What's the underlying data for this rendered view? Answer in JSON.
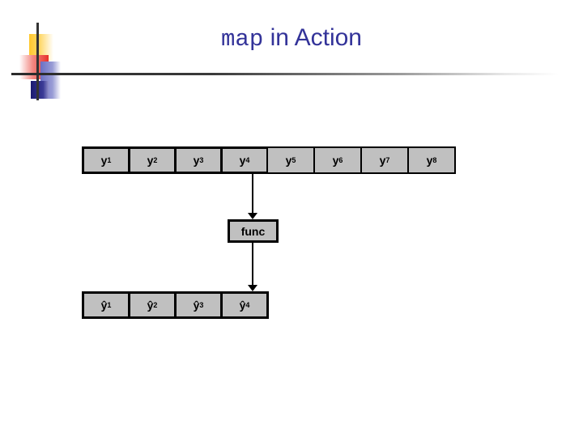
{
  "slide": {
    "title_mono": "map",
    "title_sans": " in Action",
    "background_color": "#FFFFFF",
    "title_color": "#333399",
    "cell_fill_color": "#C0C0C0",
    "border_color": "#000000"
  },
  "logo": {
    "name": "decorative-corner-logo",
    "colors": [
      "#FFC72C",
      "#E8302A",
      "#6B6FC4",
      "#1B1B6F",
      "#333333"
    ]
  },
  "input_array": {
    "name": "input-list",
    "cells": [
      {
        "base": "y",
        "sub": "1"
      },
      {
        "base": "y",
        "sub": "2"
      },
      {
        "base": "y",
        "sub": "3"
      },
      {
        "base": "y",
        "sub": "4"
      },
      {
        "base": "y",
        "sub": "5"
      },
      {
        "base": "y",
        "sub": "6"
      },
      {
        "base": "y",
        "sub": "7"
      },
      {
        "base": "y",
        "sub": "8"
      }
    ]
  },
  "func": {
    "label": "func"
  },
  "output_array": {
    "name": "output-list",
    "cells": [
      {
        "base": "ŷ",
        "sub": "1"
      },
      {
        "base": "ŷ",
        "sub": "2"
      },
      {
        "base": "ŷ",
        "sub": "3"
      },
      {
        "base": "ŷ",
        "sub": "4"
      }
    ]
  }
}
